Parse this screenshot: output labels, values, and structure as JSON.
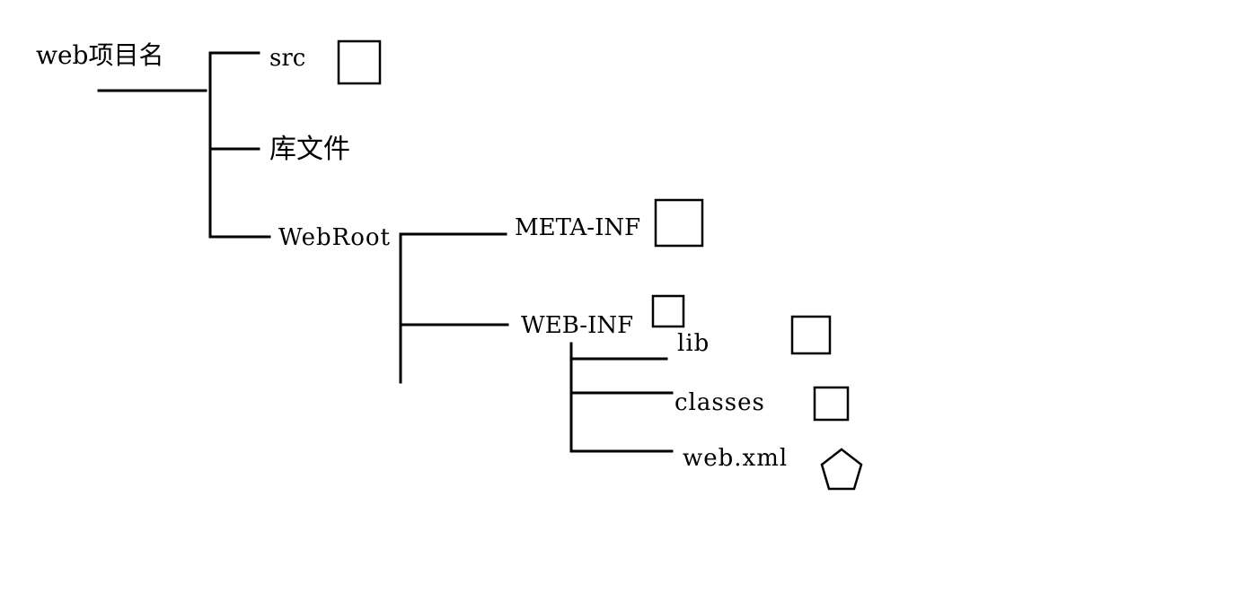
{
  "root": {
    "label": "web项目名"
  },
  "nodes": {
    "src": {
      "label": "src",
      "icon": "folder-square-icon"
    },
    "library_files": {
      "label": "库文件"
    },
    "webroot": {
      "label": "WebRoot"
    },
    "meta_inf": {
      "label": "META-INF",
      "icon": "folder-square-icon"
    },
    "web_inf": {
      "label": "WEB-INF",
      "icon": "folder-square-icon"
    },
    "lib": {
      "label": "lib",
      "icon": "folder-square-icon"
    },
    "classes": {
      "label": "classes",
      "icon": "folder-square-icon"
    },
    "web_xml": {
      "label": "web.xml",
      "icon": "file-pentagon-icon"
    }
  },
  "colors": {
    "line": "#000000",
    "background": "#ffffff"
  }
}
